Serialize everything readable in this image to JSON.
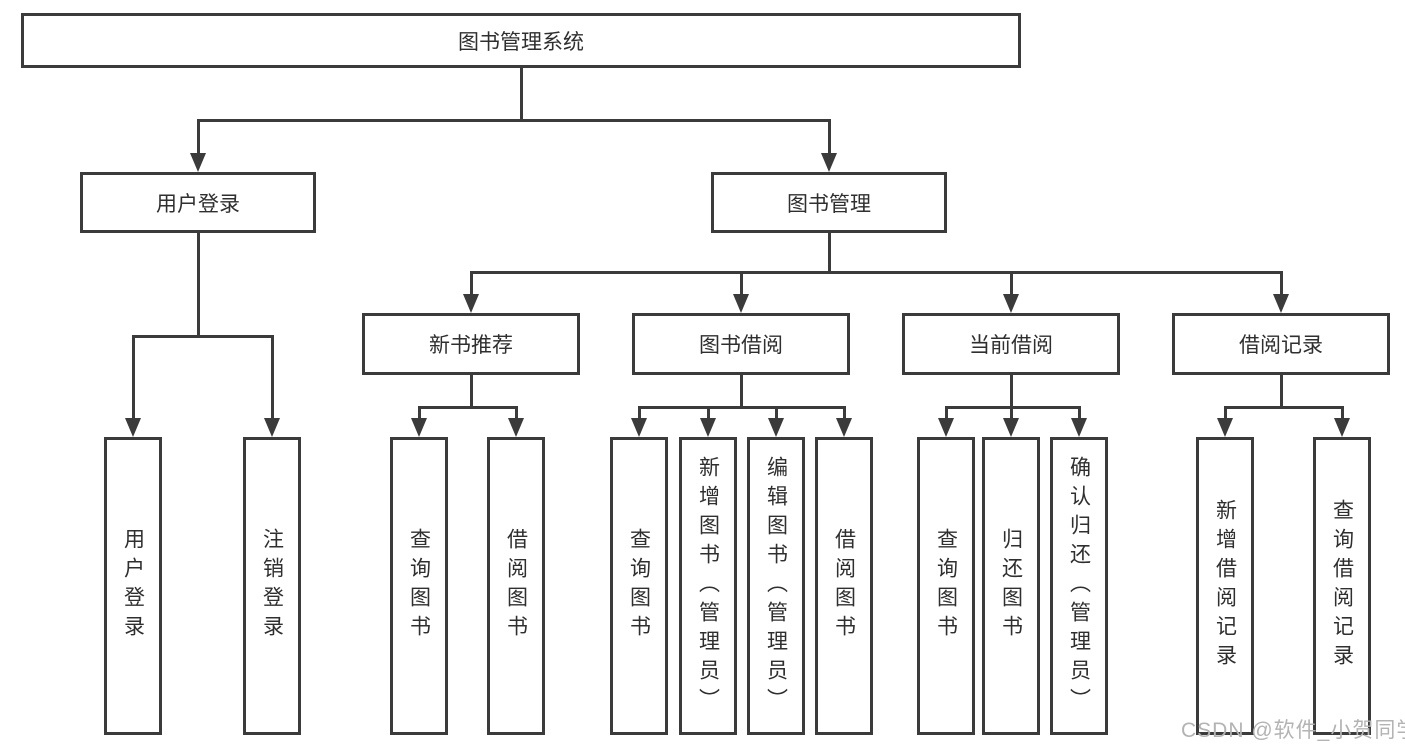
{
  "nodes": [
    {
      "id": "root",
      "label": "图书管理系统",
      "parent": null
    },
    {
      "id": "user-login",
      "label": "用户登录",
      "parent": "root"
    },
    {
      "id": "book-mgmt",
      "label": "图书管理",
      "parent": "root"
    },
    {
      "id": "new-book-rec",
      "label": "新书推荐",
      "parent": "book-mgmt"
    },
    {
      "id": "book-borrow",
      "label": "图书借阅",
      "parent": "book-mgmt"
    },
    {
      "id": "current-borrow",
      "label": "当前借阅",
      "parent": "book-mgmt"
    },
    {
      "id": "borrow-records",
      "label": "借阅记录",
      "parent": "book-mgmt"
    },
    {
      "id": "leaf-user-login",
      "label": "用户登录",
      "parent": "user-login"
    },
    {
      "id": "leaf-logout",
      "label": "注销登录",
      "parent": "user-login"
    },
    {
      "id": "leaf-query-books-rec",
      "label": "查询图书",
      "parent": "new-book-rec"
    },
    {
      "id": "leaf-borrow-books-rec",
      "label": "借阅图书",
      "parent": "new-book-rec"
    },
    {
      "id": "leaf-query-books-bb",
      "label": "查询图书",
      "parent": "book-borrow"
    },
    {
      "id": "leaf-add-books-admin",
      "label": "新增图书（管理员）",
      "parent": "book-borrow"
    },
    {
      "id": "leaf-edit-books-admin",
      "label": "编辑图书（管理员）",
      "parent": "book-borrow"
    },
    {
      "id": "leaf-borrow-books-bb",
      "label": "借阅图书",
      "parent": "book-borrow"
    },
    {
      "id": "leaf-query-books-cb",
      "label": "查询图书",
      "parent": "current-borrow"
    },
    {
      "id": "leaf-return-books",
      "label": "归还图书",
      "parent": "current-borrow"
    },
    {
      "id": "leaf-confirm-return",
      "label": "确认归还（管理员）",
      "parent": "current-borrow"
    },
    {
      "id": "leaf-add-borrow-record",
      "label": "新增借阅记录",
      "parent": "borrow-records"
    },
    {
      "id": "leaf-query-borrow-record",
      "label": "查询借阅记录",
      "parent": "borrow-records"
    }
  ],
  "watermark": "CSDN @软件_小贺同学",
  "colors": {
    "line": "#3b3b3b",
    "box_background": "#ffffff",
    "text": "#2f2f2f",
    "watermark": "#b3b3b3"
  }
}
